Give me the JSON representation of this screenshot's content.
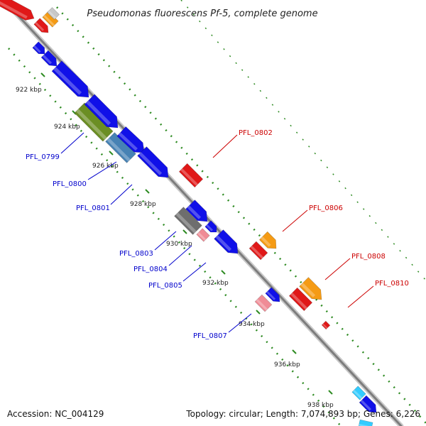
{
  "title": "Pseudomonas fluorescens Pf-5, complete genome",
  "accession": "Accession: NC_004129",
  "topology": "Topology: circular; Length: 7,074,893 bp; Genes: 6,226",
  "ticks": [
    "922 kbp",
    "924 kbp",
    "926 kbp",
    "928 kbp",
    "930 kbp",
    "932 kbp",
    "934 kbp",
    "936 kbp",
    "938 kbp"
  ],
  "gene_labels_left": [
    "PFL_0799",
    "PFL_0800",
    "PFL_0801",
    "PFL_0803",
    "PFL_0804",
    "PFL_0805",
    "PFL_0807"
  ],
  "gene_labels_right": [
    "PFL_0802",
    "PFL_0806",
    "PFL_0808",
    "PFL_0810"
  ],
  "colors": {
    "backbone": "#8c8c8c",
    "forward_gene": "#1010e8",
    "reverse_gene": "#e01818",
    "orange_gene": "#f59b14",
    "olive_gene": "#6b8e23",
    "steel_gene": "#4682b4",
    "gray_gene": "#6e6e6e",
    "pink_gene": "#f08c96",
    "cyan_gene": "#33ccff",
    "dotted_track": "#2e8b22",
    "label_left": "#0000cc",
    "label_right": "#cc0000"
  }
}
